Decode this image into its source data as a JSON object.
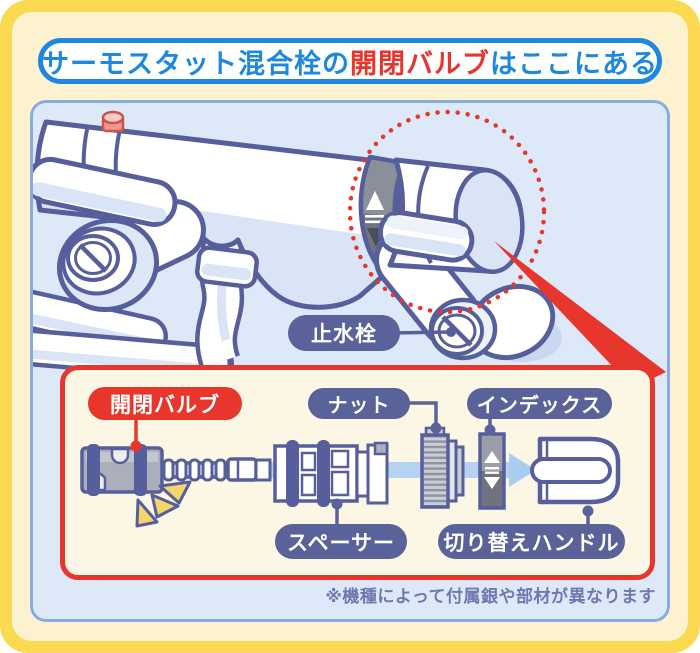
{
  "title": {
    "prefix": "サーモスタット混合栓の",
    "highlight": "開閉バルブ",
    "suffix": "はここにある"
  },
  "illustration": {
    "stop_valve_label": "止水栓"
  },
  "parts_box": {
    "valve_label": "開閉バルブ",
    "nut_label": "ナット",
    "index_label": "インデックス",
    "spacer_label": "スペーサー",
    "handle_label": "切り替えハンドル"
  },
  "note": "※機種によって付属銀や部材が異なります",
  "icons": {
    "highlight_circle": "red-dotted-circle",
    "pointer": "red-pointer-triangle",
    "sparkle": "yellow-sparkle",
    "flow_arrow": "light-blue-right-arrow"
  },
  "colors": {
    "frame_yellow": "#FBDA52",
    "frame_bg": "#FCF2D0",
    "title_blue": "#1E88E1",
    "accent_red": "#E8362D",
    "panel_bg": "#DDE8F8",
    "panel_border": "#86ADE0",
    "label_navy": "#5A6399",
    "outline_navy": "#565F9B",
    "box_bg": "#FCF6E5",
    "note_text": "#6F78B0"
  }
}
